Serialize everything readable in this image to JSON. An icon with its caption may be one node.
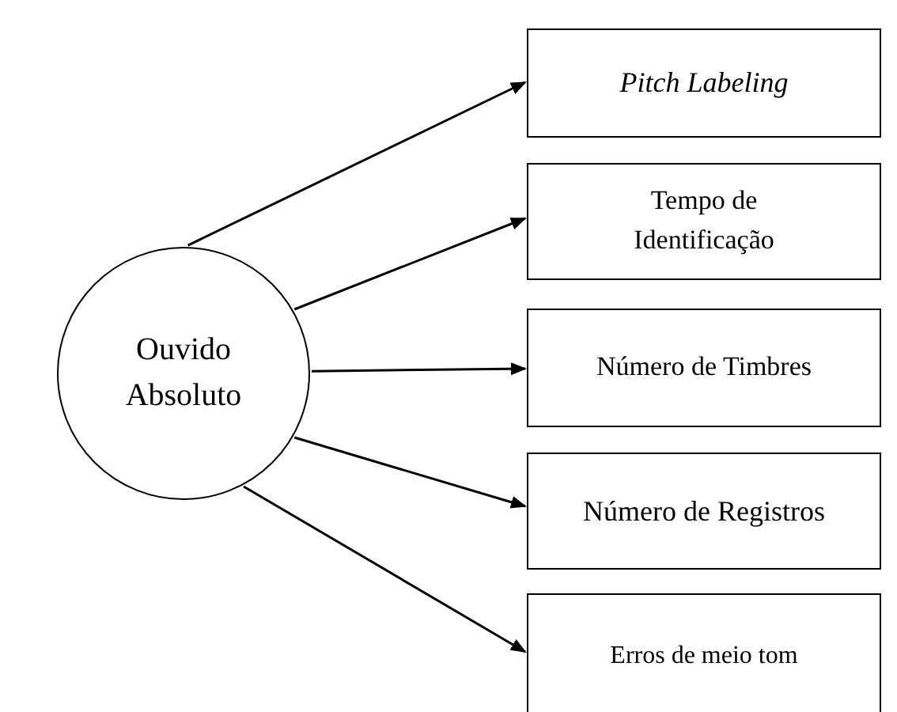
{
  "diagram": {
    "nodes": [
      {
        "text": [
          "Ouvido Absoluto"
        ]
      },
      {
        "text": [
          "Pitch Labeling"
        ]
      },
      {
        "text": [
          "Tempo de Identificação"
        ]
      },
      {
        "text": [
          "Número de Timbres"
        ]
      },
      {
        "text": [
          "Número de Registros"
        ]
      },
      {
        "text": [
          "Erros de meio tom"
        ]
      }
    ],
    "edges": [
      {
        "from": 0,
        "to": 1,
        "arrow": "to"
      },
      {
        "from": 0,
        "to": 2,
        "arrow": "to"
      },
      {
        "from": 0,
        "to": 3,
        "arrow": "to"
      },
      {
        "from": 0,
        "to": 4,
        "arrow": "to"
      },
      {
        "from": 0,
        "to": 5,
        "arrow": "to"
      }
    ]
  }
}
